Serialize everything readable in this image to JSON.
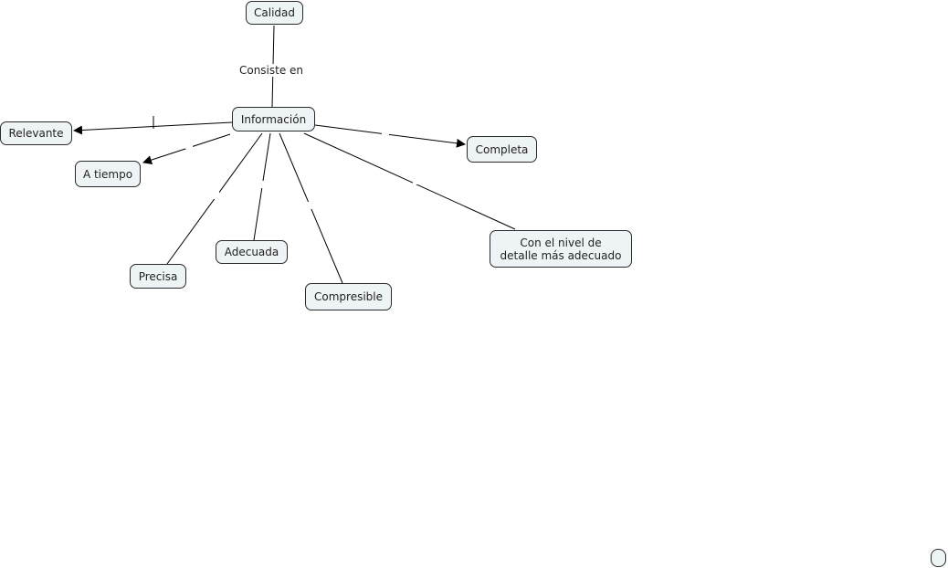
{
  "concept_map": {
    "colors": {
      "node_fill": "#eef3f5",
      "node_border": "#2a2a2a",
      "line": "#000000",
      "background": "#ffffff"
    },
    "nodes": {
      "calidad": {
        "label": "Calidad"
      },
      "informacion": {
        "label": "Información"
      },
      "relevante": {
        "label": "Relevante"
      },
      "a_tiempo": {
        "label": "A tiempo"
      },
      "completa": {
        "label": "Completa"
      },
      "precisa": {
        "label": "Precisa"
      },
      "adecuada": {
        "label": "Adecuada"
      },
      "compresible": {
        "label": "Compresible"
      },
      "nivel_detalle": {
        "label": "Con el nivel de\ndetalle más adecuado"
      },
      "empty": {
        "label": ""
      }
    },
    "links": {
      "calidad_informacion": {
        "label": "Consiste en"
      },
      "informacion_relevante": {
        "label": "|"
      }
    }
  }
}
